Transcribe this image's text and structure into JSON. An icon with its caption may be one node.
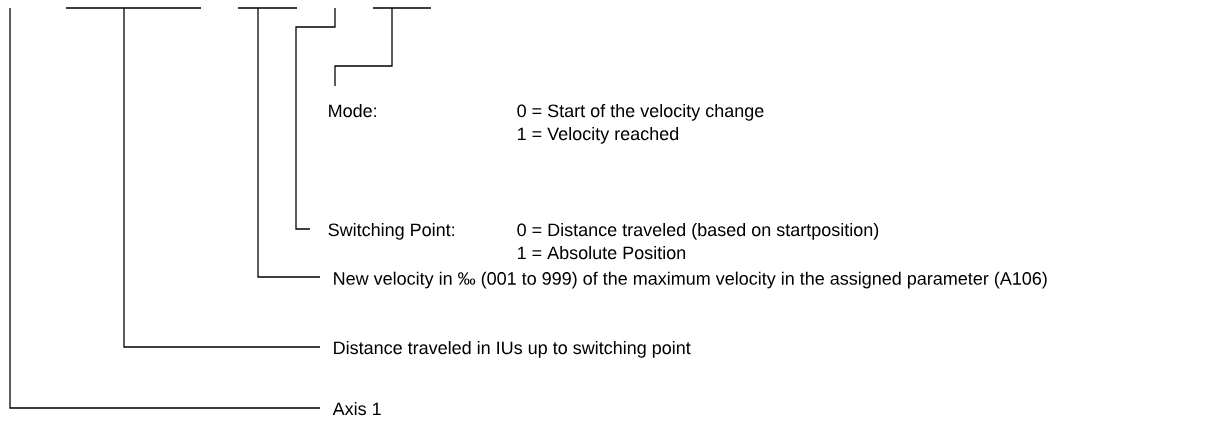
{
  "diagram": {
    "nodes": [
      {
        "text": [
          "Mode:",
          "0 = Start of the velocity change",
          "1 = Velocity reached"
        ]
      },
      {
        "text": [
          "Switching Point:",
          "0 = Distance traveled (based on startposition)",
          "1 = Absolute Position"
        ]
      },
      {
        "text": [
          "New velocity in ‰ (001 to 999) of the maximum velocity in the assigned parameter (A106)"
        ]
      },
      {
        "text": [
          "Distance traveled in IUs up to switching point"
        ]
      },
      {
        "text": [
          "Axis 1"
        ]
      }
    ],
    "edges": [
      {
        "from": 0,
        "to": null,
        "arrow": "none"
      },
      {
        "from": 1,
        "to": null,
        "arrow": "none"
      },
      {
        "from": 2,
        "to": null,
        "arrow": "none"
      },
      {
        "from": 3,
        "to": null,
        "arrow": "none"
      },
      {
        "from": 4,
        "to": null,
        "arrow": "none"
      }
    ]
  }
}
